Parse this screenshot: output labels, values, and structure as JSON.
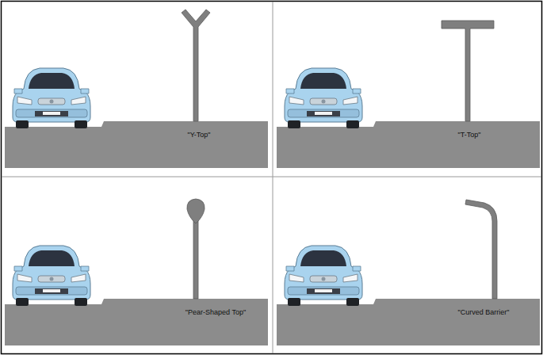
{
  "diagram": {
    "labels": [
      "\"Y-Top\"",
      "\"T-Top\"",
      "\"Pear-Shaped Top\"",
      "\"Curved Barrier\""
    ]
  }
}
